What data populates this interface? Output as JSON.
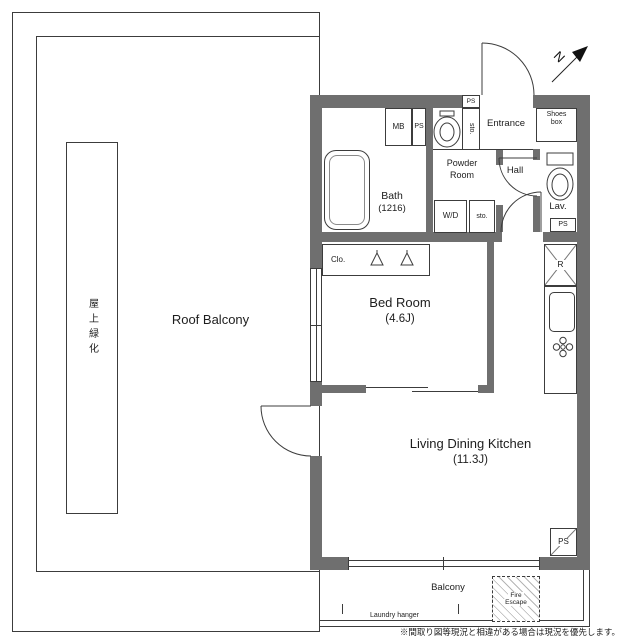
{
  "rooms": {
    "roof_balcony": "Roof Balcony",
    "rooftop_green": "屋上緑化",
    "bedroom_name": "Bed Room",
    "bedroom_size": "(4.6J)",
    "ldk_name": "Living Dining Kitchen",
    "ldk_size": "(11.3J)",
    "bath_name": "Bath",
    "bath_size": "(1216)",
    "powder_line1": "Powder",
    "powder_line2": "Room",
    "entrance": "Entrance",
    "hall": "Hall",
    "lav": "Lav.",
    "balcony": "Balcony"
  },
  "fixtures": {
    "mb": "MB",
    "ps": "PS",
    "wd": "W/D",
    "sto": "sto.",
    "clo": "Clo.",
    "shoes_line1": "Shoes",
    "shoes_line2": "box",
    "fridge": "R",
    "fire_line1": "Fire",
    "fire_line2": "Escape",
    "laundry_hanger": "Laundry hanger"
  },
  "compass": {
    "north": "N"
  },
  "note": "※間取り図等現況と相違がある場合は現況を優先します。",
  "colors": {
    "wall": "#6f6f6f",
    "line": "#3c3c3c"
  }
}
